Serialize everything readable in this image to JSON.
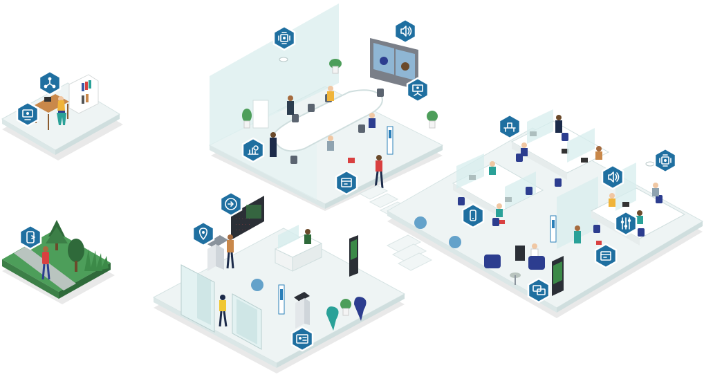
{
  "palette": {
    "floor": "#e9f1f1",
    "floor_edge": "#d3e2e2",
    "floor_shadow": "#e6e6e6",
    "glass": "#d7eded",
    "hex_fill": "#1f6fa0",
    "hex_stroke": "#ffffff",
    "desk": "#ffffff",
    "chair": "#2c3d8f",
    "grass": "#4d9e5a",
    "path": "#b9c4bf",
    "wood": "#c9884a",
    "accent_red": "#d94040",
    "accent_teal": "#2aa198"
  },
  "zones": [
    {
      "id": "home-office",
      "name": "home-office-platform"
    },
    {
      "id": "park",
      "name": "park-platform"
    },
    {
      "id": "meeting-room",
      "name": "meeting-room-platform"
    },
    {
      "id": "reception",
      "name": "reception-platform"
    },
    {
      "id": "open-office",
      "name": "open-office-platform"
    }
  ],
  "icons": [
    {
      "name": "network-icon",
      "glyph": "network"
    },
    {
      "name": "video-call-icon",
      "glyph": "video-call"
    },
    {
      "name": "mobile-app-icon",
      "glyph": "mobile-app"
    },
    {
      "name": "room-sensor-icon",
      "glyph": "sensor"
    },
    {
      "name": "speaker-icon",
      "glyph": "speaker"
    },
    {
      "name": "presentation-icon",
      "glyph": "presentation"
    },
    {
      "name": "analytics-icon",
      "glyph": "analytics"
    },
    {
      "name": "room-booking-panel-icon",
      "glyph": "display"
    },
    {
      "name": "navigation-arrow-icon",
      "glyph": "arrow"
    },
    {
      "name": "location-pin-icon",
      "glyph": "pin"
    },
    {
      "name": "visitor-badge-icon",
      "glyph": "badge"
    },
    {
      "name": "desk-booking-icon",
      "glyph": "desk"
    },
    {
      "name": "occupancy-sensor-icon",
      "glyph": "sensor"
    },
    {
      "name": "speaker-icon-office",
      "glyph": "speaker"
    },
    {
      "name": "phone-icon",
      "glyph": "phone"
    },
    {
      "name": "controls-icon",
      "glyph": "sliders"
    },
    {
      "name": "signage-display-icon",
      "glyph": "display"
    },
    {
      "name": "chat-icon",
      "glyph": "chat"
    }
  ]
}
